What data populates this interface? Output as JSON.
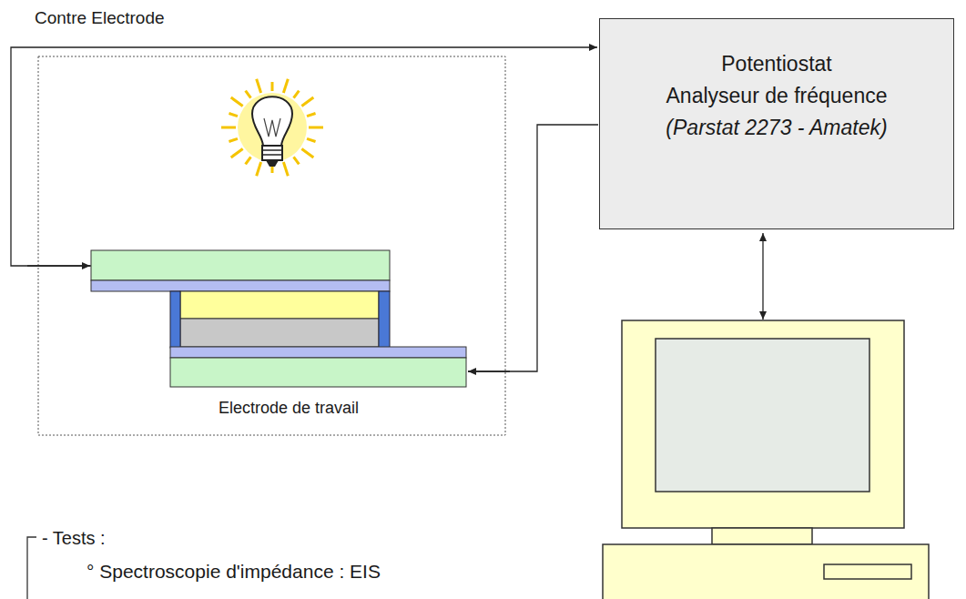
{
  "diagram": {
    "nodes": [
      {
        "text": [
          "Potentiostat",
          "Analyseur de fréquence",
          "(Parstat 2273 - Amatek)"
        ]
      }
    ],
    "labels": [
      "Contre Electrode",
      "Electrode de travail",
      "- Tests :",
      "° Spectroscopie d'impédance : EIS"
    ]
  }
}
